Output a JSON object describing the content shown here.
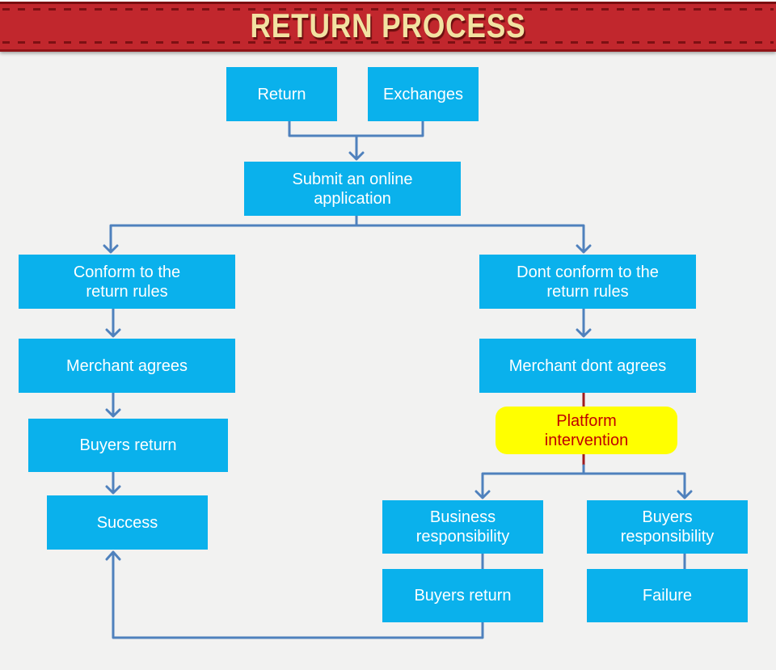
{
  "banner": {
    "title": "RETURN PROCESS"
  },
  "nodes": {
    "return_node": {
      "label": "Return"
    },
    "exchanges": {
      "label": "Exchanges"
    },
    "submit": {
      "label": "Submit an online application"
    },
    "conform": {
      "label": "Conform to the return rules"
    },
    "merchant_agrees": {
      "label": "Merchant agrees"
    },
    "buyers_return_left": {
      "label": "Buyers return"
    },
    "success": {
      "label": "Success"
    },
    "dont_conform": {
      "label": "Dont conform to the return rules"
    },
    "merchant_dont_agrees": {
      "label": "Merchant dont agrees"
    },
    "platform": {
      "label": "Platform intervention"
    },
    "business_resp": {
      "label": "Business responsibility"
    },
    "buyers_resp": {
      "label": "Buyers responsibility"
    },
    "buyers_return_right": {
      "label": "Buyers return"
    },
    "failure": {
      "label": "Failure"
    }
  },
  "colors": {
    "page-bg": "#f2f2f1",
    "banner-bg": "#c1272d",
    "banner-dash": "#7d1013",
    "banner-title": "#f2e2a2",
    "node-fill": "#0ab1ec",
    "node-text": "#ffffff",
    "connector": "#4f81bd",
    "connector-red": "#9e1b1e",
    "highlight-fill": "#ffff00",
    "highlight-text": "#c00000"
  }
}
